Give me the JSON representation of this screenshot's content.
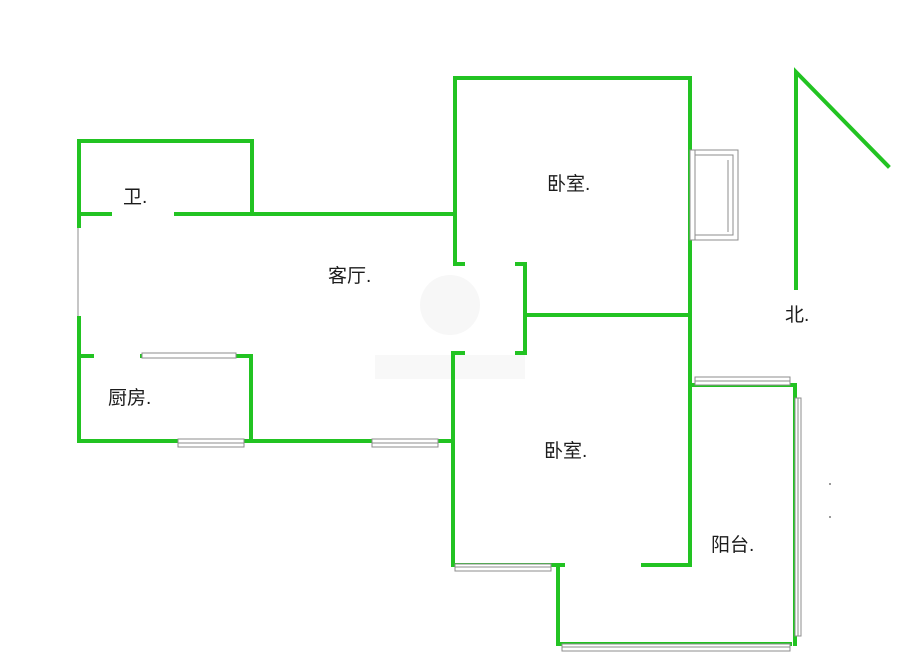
{
  "rooms": {
    "bathroom": "卫.",
    "living_room": "客厅.",
    "kitchen": "厨房.",
    "bedroom_north": "卧室.",
    "bedroom_south": "卧室.",
    "balcony": "阳台."
  },
  "compass": {
    "label": "北."
  },
  "colors": {
    "wall": "#22c322",
    "window": "#8c8c8c"
  }
}
